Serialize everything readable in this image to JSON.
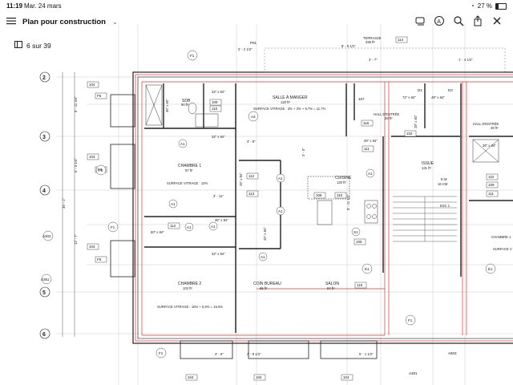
{
  "status": {
    "time": "11:19",
    "date": "Mar. 24 mars",
    "battery": "27 %"
  },
  "toolbar": {
    "title": "Plan pour construction",
    "page_counter": "6 sur 39"
  },
  "icons": {
    "list": "list-icon",
    "markup": "markup-pen-icon",
    "annotate": "annotate-a-icon",
    "search": "search-icon",
    "share": "share-icon",
    "close": "close-icon",
    "pages": "sidebar-pages-icon"
  },
  "grid_rows": [
    "2",
    "3",
    "4",
    "5",
    "6"
  ],
  "rooms": [
    {
      "name": "SALLE À MANGER",
      "area": "120 ft²"
    },
    {
      "name": "SURFACE VITRAGE : 3% + 3% + 5,7% = 11,7%",
      "area": ""
    },
    {
      "name": "SDB",
      "area": "50 ft²"
    },
    {
      "name": "CHAMBRE 1",
      "area": "97 ft²"
    },
    {
      "name": "SURFACE VITRAGE : 12%",
      "area": ""
    },
    {
      "name": "CUISINE",
      "area": "120 ft²"
    },
    {
      "name": "CHAMBRE 2",
      "area": "102 ft²"
    },
    {
      "name": "SURFACE VITRAGE : 10% + 5,5% = 15.5%",
      "area": ""
    },
    {
      "name": "COIN BUREAU",
      "area": "55 ft²"
    },
    {
      "name": "SALON",
      "area": "94 ft²"
    },
    {
      "name": "HALL D'ENTRÉE",
      "area": "26 ft²"
    },
    {
      "name": "HALL D'ENTRÉE",
      "area": "48 ft²"
    },
    {
      "name": "ISSUE",
      "area": "131 ft²"
    },
    {
      "name": "TERRASSE",
      "area": "296 ft²"
    },
    {
      "name": "CHAMBRE 1",
      "area": ""
    }
  ],
  "surface_label": "SURFACE V",
  "stair": {
    "label": "E.M",
    "size": "16 CM"
  },
  "esc": "ESC 1",
  "dims": {
    "d1": "2' - 2 1/2\"",
    "d2": "8' - 6 1/2\"",
    "d3": "3' - 7\"",
    "d4": "1' - 4 1/2\"",
    "d5": "6' - 11 3/4\"",
    "d6": "6' - 0 1/4\"",
    "d7": "36' - 1\"",
    "d8": "12' - 7\"",
    "d9": "3' - 11\"",
    "d10": "3' - 8\"",
    "d11": "4' - 8 1/2\"",
    "d12": "5' - 1 1/2\"",
    "d13": "3' - 0\"",
    "d14": "8' - 11 1/2\""
  },
  "doors": [
    "32\" x 84\"",
    "32\" x 84\"",
    "32\" x 84\"",
    "36\" x 84\"",
    "26\" x 84\"",
    "60\" x 84\"",
    "72\" x 84\"",
    "48\" x 84\"",
    "26\" x 84\"",
    "36\" x 60\"",
    "36\" x 84\"",
    "28\" x 84\"",
    "40\" x 84\""
  ],
  "tags": {
    "p01": "P01",
    "f1": "F1",
    "f3": "F3",
    "f6": "F6",
    "a1": "A1",
    "a3": "A3",
    "e1": "E1",
    "s1": "S1",
    "d1": "D1",
    "d3": "D3",
    "t104": "104",
    "t109": "109",
    "t110": "110",
    "t111": "111",
    "t112": "112",
    "t113": "113",
    "t114": "114",
    "t115": "115",
    "t116": "116",
    "t102": "102",
    "t105": "105",
    "t107": "107",
    "t108": "108",
    "t301": "A301",
    "t302": "A302",
    "t351": "A351",
    "t503": "A503"
  }
}
